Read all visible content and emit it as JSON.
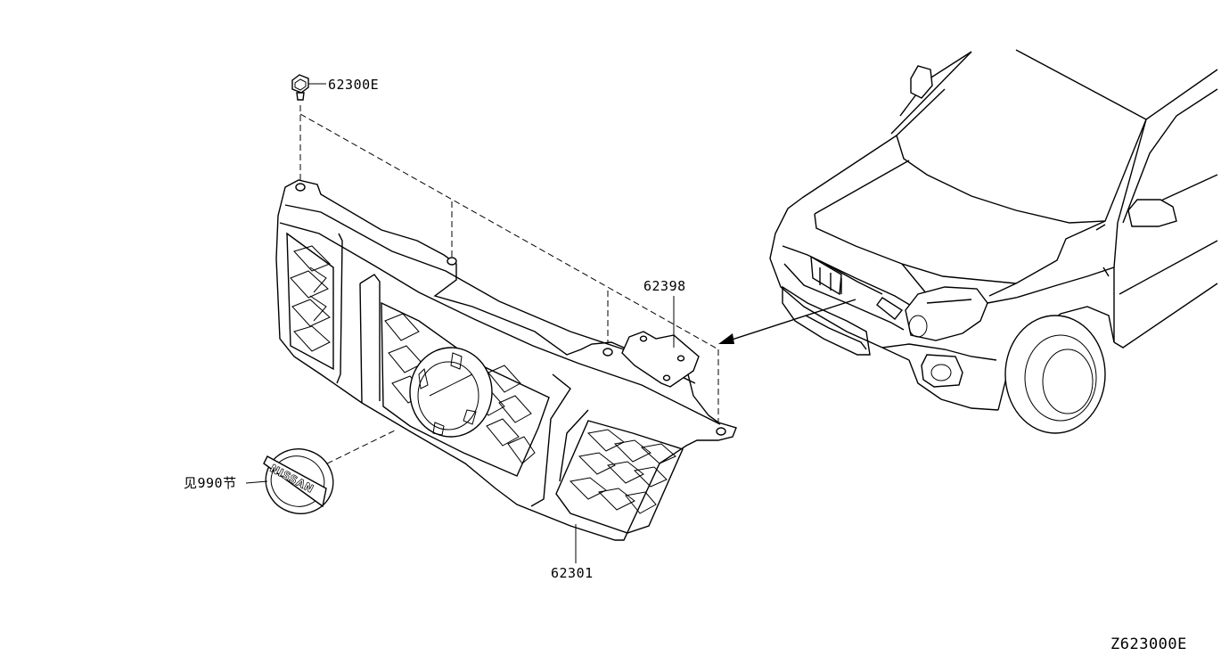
{
  "diagram": {
    "labels": {
      "clip": "62300E",
      "bracket": "62398",
      "grille": "62301",
      "emblem": "见990节",
      "emblem_text": "NISSAN",
      "diagram_code": "Z623000E"
    }
  }
}
